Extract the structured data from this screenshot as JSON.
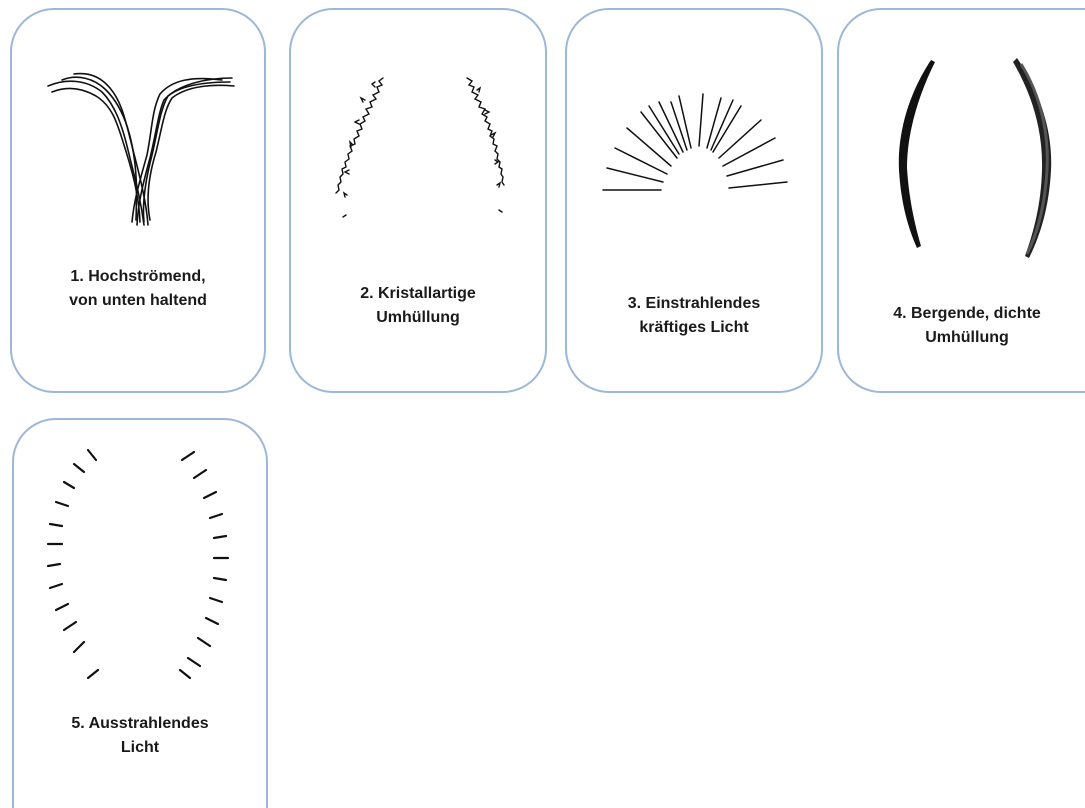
{
  "cards": [
    {
      "line1": "1. Hochströmend,",
      "line2": "von unten haltend",
      "icon": "upward-flow-drawing"
    },
    {
      "line1": "2. Kristallartige",
      "line2": "Umhüllung",
      "icon": "crystal-envelope-drawing"
    },
    {
      "line1": "3. Einstrahlendes",
      "line2": "kräftiges Licht",
      "icon": "incoming-rays-drawing"
    },
    {
      "line1": "4. Bergende, dichte",
      "line2": "Umhüllung",
      "icon": "dense-envelope-drawing"
    },
    {
      "line1": "5. Ausstrahlendes",
      "line2": "Licht",
      "icon": "outgoing-dashes-drawing"
    }
  ],
  "colors": {
    "border": "#9db7d8",
    "ink": "#111111"
  }
}
